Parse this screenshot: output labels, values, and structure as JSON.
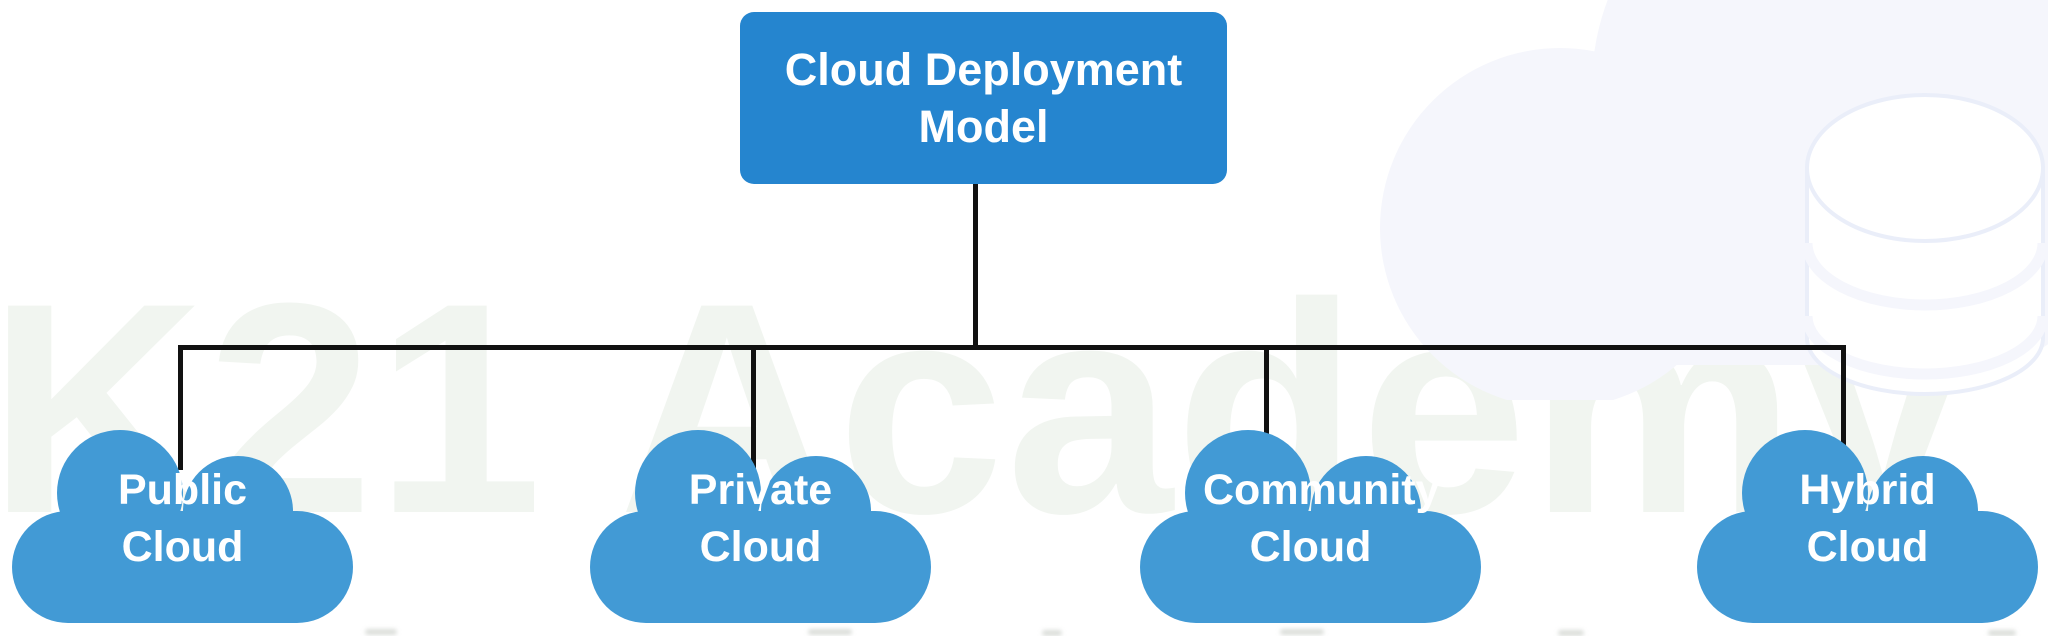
{
  "diagram": {
    "root_label": "Cloud Deployment Model",
    "children": [
      {
        "label": "Public Cloud"
      },
      {
        "label": "Private Cloud"
      },
      {
        "label": "Community Cloud"
      },
      {
        "label": "Hybrid Cloud"
      }
    ]
  },
  "watermark": {
    "text": "K21 Academy"
  },
  "icons": {
    "decoration": "cloud-database-icon",
    "node_shape": "cloud-icon"
  },
  "colors": {
    "root-fill": "#2585cf",
    "cloud-fill": "#429ad5",
    "node-text": "#ffffff",
    "line": "#111111",
    "watermark": "#f1f5f0",
    "decoration": "#f5f6fc",
    "decoration-stroke": "#eaeef9"
  }
}
